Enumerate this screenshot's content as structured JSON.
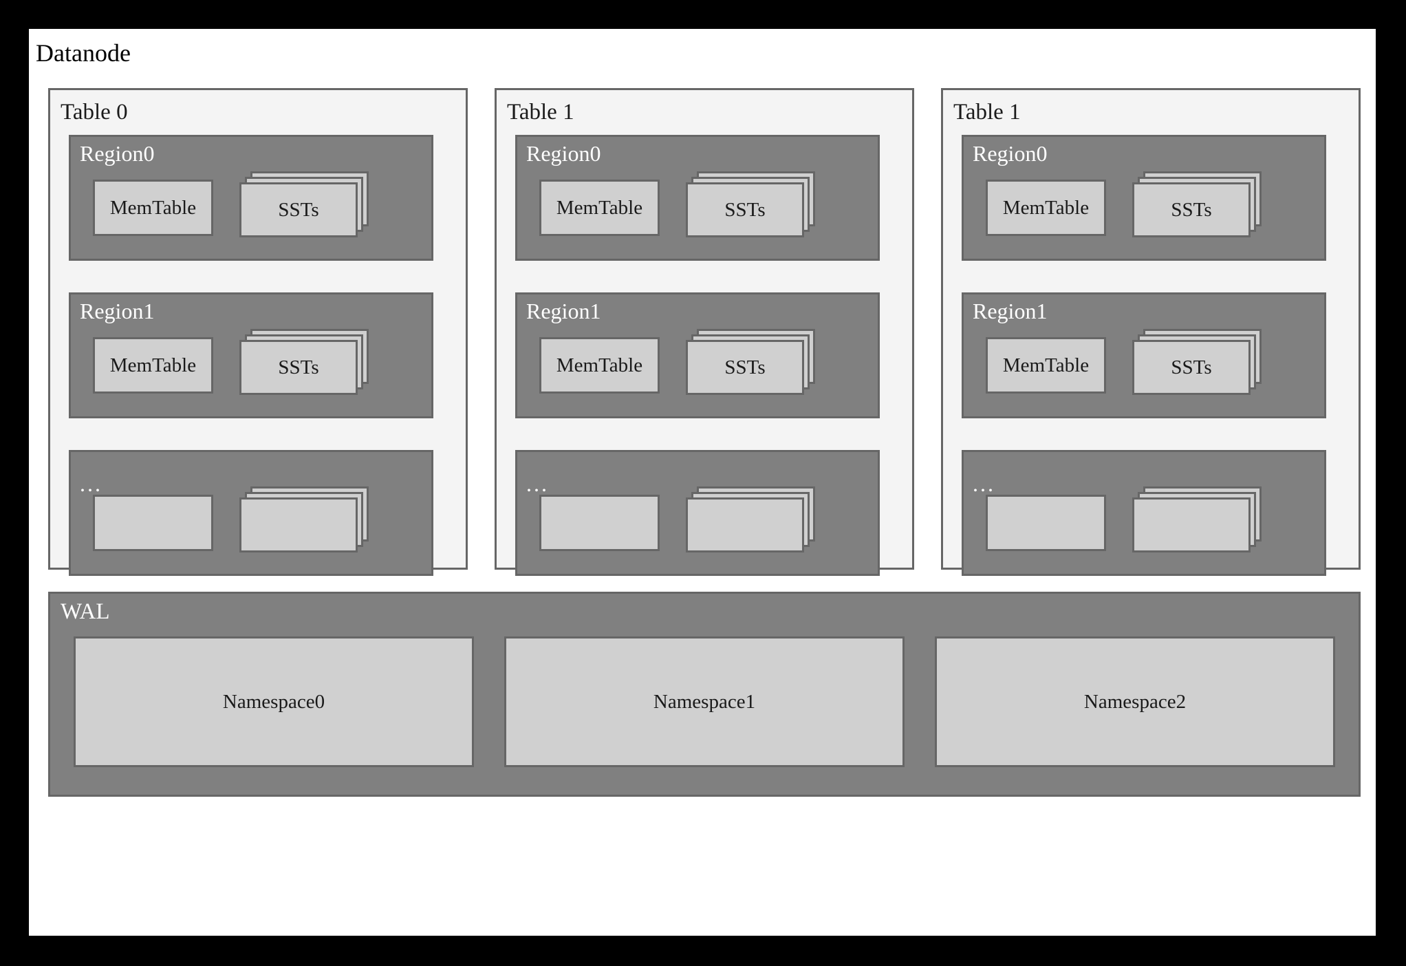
{
  "diagram": {
    "title": "Datanode",
    "colors": {
      "page_border": "#000000",
      "canvas": "#ffffff",
      "table_panel_bg": "#f4f4f4",
      "region_bg": "#808080",
      "box_bg": "#d0d0d0",
      "border": "#666666",
      "dark_text": "#1a1a1a",
      "light_text": "#ffffff"
    },
    "tables": [
      {
        "label": "Table 0",
        "regions": [
          {
            "label": "Region0",
            "is_ellipsis": false,
            "memtable_label": "MemTable",
            "sst_label": "SSTs",
            "sst_layers": 3
          },
          {
            "label": "Region1",
            "is_ellipsis": false,
            "memtable_label": "MemTable",
            "sst_label": "SSTs",
            "sst_layers": 3
          },
          {
            "label": "...",
            "is_ellipsis": true,
            "memtable_label": "",
            "sst_label": "",
            "sst_layers": 3
          }
        ]
      },
      {
        "label": "Table 1",
        "regions": [
          {
            "label": "Region0",
            "is_ellipsis": false,
            "memtable_label": "MemTable",
            "sst_label": "SSTs",
            "sst_layers": 3
          },
          {
            "label": "Region1",
            "is_ellipsis": false,
            "memtable_label": "MemTable",
            "sst_label": "SSTs",
            "sst_layers": 3
          },
          {
            "label": "...",
            "is_ellipsis": true,
            "memtable_label": "",
            "sst_label": "",
            "sst_layers": 3
          }
        ]
      },
      {
        "label": "Table 1",
        "regions": [
          {
            "label": "Region0",
            "is_ellipsis": false,
            "memtable_label": "MemTable",
            "sst_label": "SSTs",
            "sst_layers": 3
          },
          {
            "label": "Region1",
            "is_ellipsis": false,
            "memtable_label": "MemTable",
            "sst_label": "SSTs",
            "sst_layers": 3
          },
          {
            "label": "...",
            "is_ellipsis": true,
            "memtable_label": "",
            "sst_label": "",
            "sst_layers": 3
          }
        ]
      }
    ],
    "wal": {
      "label": "WAL",
      "namespaces": [
        {
          "label": "Namespace0"
        },
        {
          "label": "Namespace1"
        },
        {
          "label": "Namespace2"
        }
      ]
    }
  }
}
